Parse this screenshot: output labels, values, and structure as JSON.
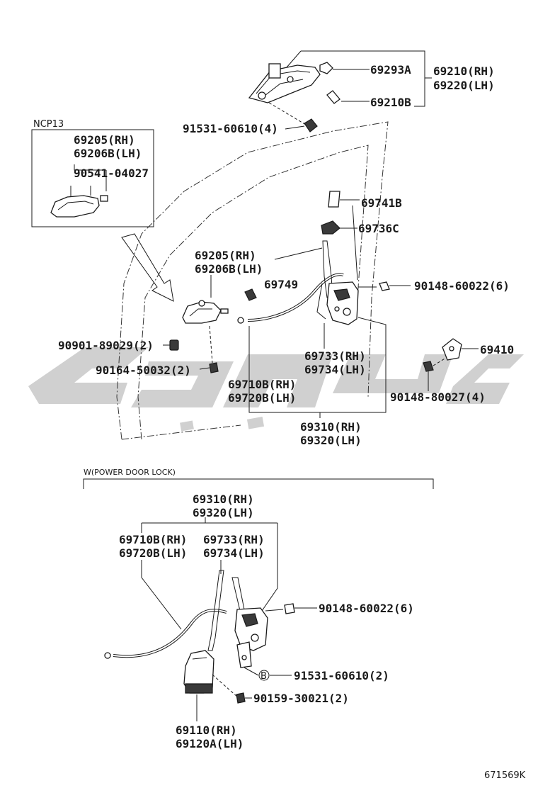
{
  "labels": {
    "p69293A": "69293A",
    "p69210_rh": "69210(RH)",
    "p69220_lh": "69220(LH)",
    "p69210B": "69210B",
    "p91531_60610_4": "91531-60610(4)",
    "ncp13": "NCP13",
    "ncp_69205": "69205(RH)",
    "ncp_69206B": "69206B(LH)",
    "ncp_90541": "90541-04027",
    "p69741B": "69741B",
    "p69736C": "69736C",
    "p69205_rh": "69205(RH)",
    "p69206B_lh": "69206B(LH)",
    "p69749": "69749",
    "p90148_60022_6": "90148-60022(6)",
    "p90901": "90901-89029(2)",
    "p90164": "90164-50032(2)",
    "p69733_rh": "69733(RH)",
    "p69734_lh": "69734(LH)",
    "p69410": "69410",
    "p69710B_rh": "69710B(RH)",
    "p69720B_lh": "69720B(LH)",
    "p90148_80027_4": "90148-80027(4)",
    "p69310_rh": "69310(RH)",
    "p69320_lh": "69320(LH)",
    "w_section": "W(POWER DOOR LOCK)",
    "w_69310_rh": "69310(RH)",
    "w_69320_lh": "69320(LH)",
    "w_69710B_rh": "69710B(RH)",
    "w_69720B_lh": "69720B(LH)",
    "w_69733_rh": "69733(RH)",
    "w_69734_lh": "69734(LH)",
    "w_90148_60022_6": "90148-60022(6)",
    "w_B_marker": "B",
    "w_91531_60610_2": "91531-60610(2)",
    "w_90159_30021_2": "90159-30021(2)",
    "w_69110_rh": "69110(RH)",
    "w_69120A_lh": "69120A(LH)",
    "diagram_id": "671569K"
  },
  "colors": {
    "ink": "#1a1a1a",
    "watermark": "#c8c8c8"
  }
}
